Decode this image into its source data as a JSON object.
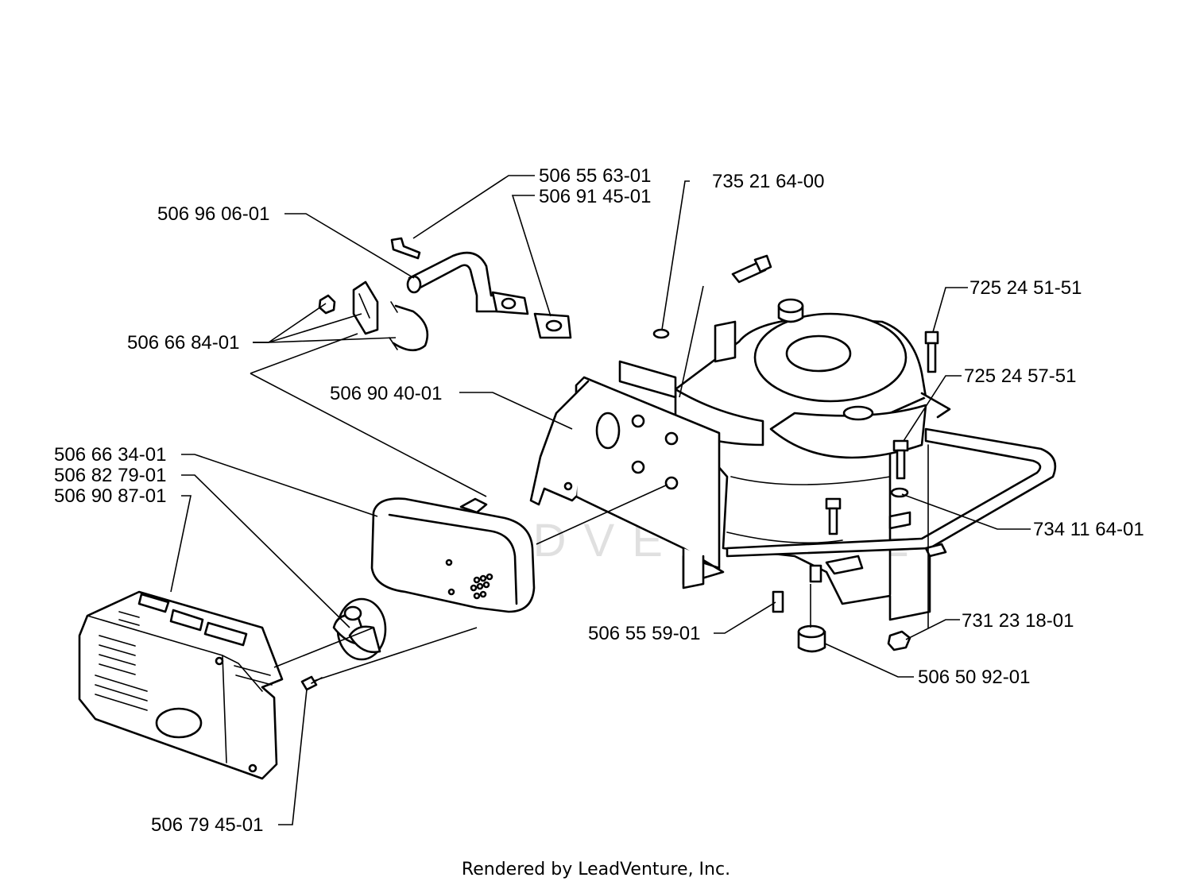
{
  "parts": [
    {
      "id": "p1",
      "label": "506 55 63-01"
    },
    {
      "id": "p2",
      "label": "506 91 45-01"
    },
    {
      "id": "p3",
      "label": "735 21 64-00"
    },
    {
      "id": "p4",
      "label": "506 96 06-01"
    },
    {
      "id": "p5",
      "label": "725 24 51-51"
    },
    {
      "id": "p6",
      "label": "506 66 84-01"
    },
    {
      "id": "p7",
      "label": "725 24 57-51"
    },
    {
      "id": "p8",
      "label": "506 90 40-01"
    },
    {
      "id": "p9",
      "label": "506 66 34-01"
    },
    {
      "id": "p10",
      "label": "506 82 79-01"
    },
    {
      "id": "p11",
      "label": "506 90 87-01"
    },
    {
      "id": "p12",
      "label": "734 11 64-01"
    },
    {
      "id": "p13",
      "label": "731 23 18-01"
    },
    {
      "id": "p14",
      "label": "506 55 59-01"
    },
    {
      "id": "p15",
      "label": "506 50 92-01"
    },
    {
      "id": "p16",
      "label": "506 79 45-01"
    }
  ],
  "watermark": "LEADVENTURE",
  "footer": "Rendered by LeadVenture, Inc."
}
